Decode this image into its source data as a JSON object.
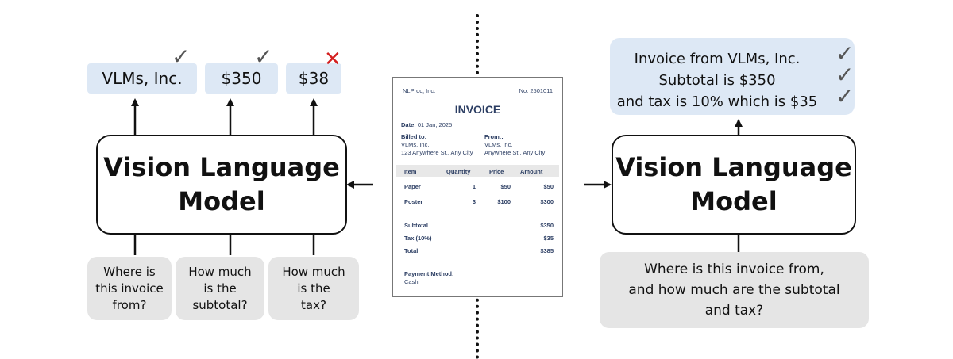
{
  "left": {
    "answers": [
      {
        "text": "VLMs, Inc.",
        "mark": "check"
      },
      {
        "text": "$350",
        "mark": "check"
      },
      {
        "text": "$38",
        "mark": "cross"
      }
    ],
    "model_label": "Vision Language\nModel",
    "questions": [
      "Where is\nthis invoice\nfrom?",
      "How much\nis the\nsubtotal?",
      "How much\nis the\ntax?"
    ]
  },
  "invoice": {
    "company": "NLProc, Inc.",
    "number": "No. 2501011",
    "title": "INVOICE",
    "date_label": "Date:",
    "date_value": "01 Jan, 2025",
    "billed_label": "Billed to:",
    "billed_name": "VLMs, Inc.",
    "billed_addr": "123 Anywhere St., Any City",
    "from_label": "From::",
    "from_name": "VLMs, Inc.",
    "from_addr": "Anywhere St., Any City",
    "columns": [
      "Item",
      "Quantity",
      "Price",
      "Amount"
    ],
    "rows": [
      [
        "Paper",
        "1",
        "$50",
        "$50"
      ],
      [
        "Poster",
        "3",
        "$100",
        "$300"
      ]
    ],
    "subtotal_label": "Subtotal",
    "subtotal_value": "$350",
    "tax_label": "Tax (10%)",
    "tax_value": "$35",
    "total_label": "Total",
    "total_value": "$385",
    "payment_label": "Payment Method:",
    "payment_value": "Cash"
  },
  "right": {
    "answer_lines": [
      "Invoice from VLMs, Inc.",
      "Subtotal is $350",
      "and tax is 10% which is $35"
    ],
    "model_label": "Vision Language\nModel",
    "question": "Where is this invoice from,\nand how much are the subtotal\nand tax?"
  },
  "icons": {
    "check": "✓",
    "cross": "✕"
  }
}
